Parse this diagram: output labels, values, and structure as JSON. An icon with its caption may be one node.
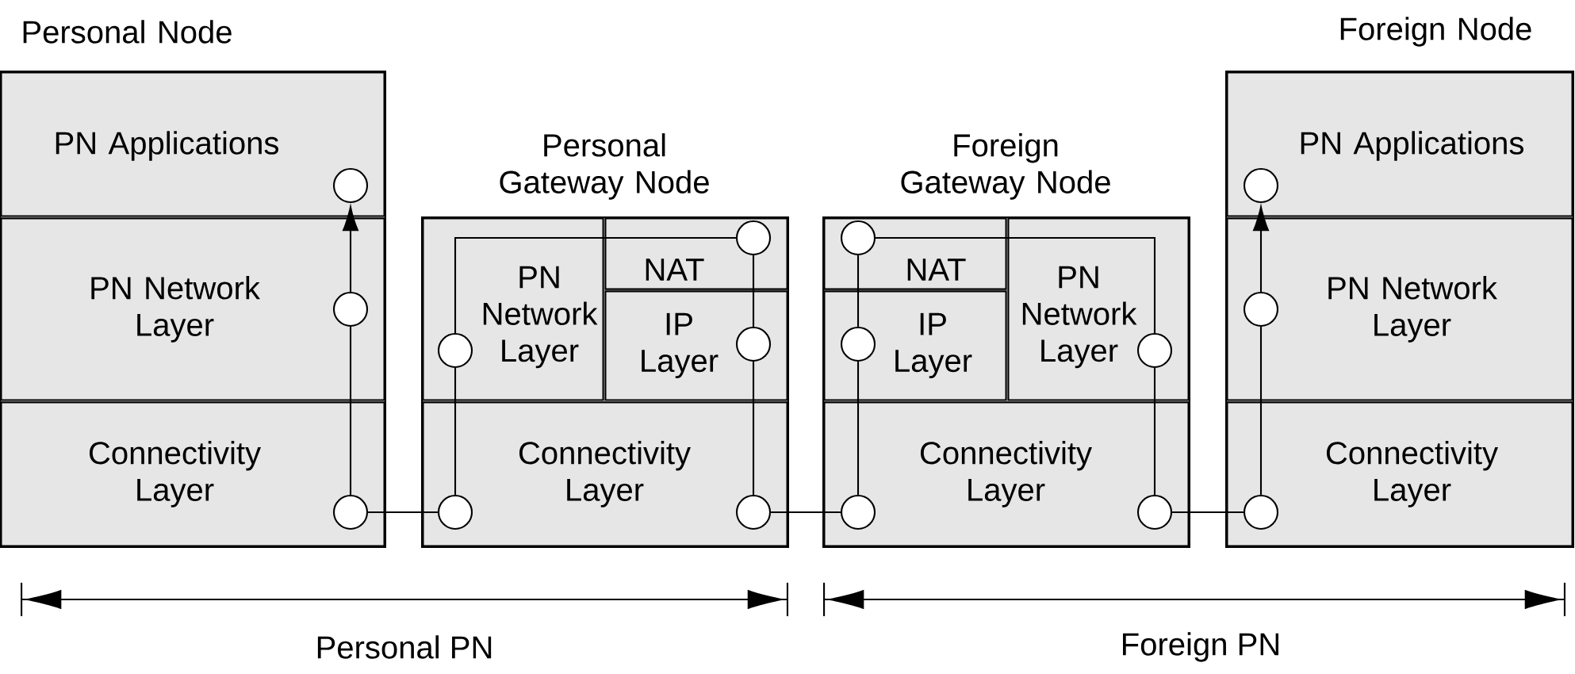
{
  "diagram": {
    "nodes": [
      {
        "text": [
          "Personal Node"
        ]
      },
      {
        "text": [
          "PN Applications"
        ],
        "in": 0
      },
      {
        "text": [
          "PN Network Layer"
        ],
        "in": 0
      },
      {
        "text": [
          "Connectivity Layer"
        ],
        "in": 0
      },
      {
        "text": [
          "Personal Gateway Node"
        ]
      },
      {
        "text": [
          "PN Network Layer"
        ],
        "in": 4
      },
      {
        "text": [
          "NAT"
        ],
        "in": 4
      },
      {
        "text": [
          "IP Layer"
        ],
        "in": 4
      },
      {
        "text": [
          "Connectivity Layer"
        ],
        "in": 4
      },
      {
        "text": [
          "Foreign Gateway Node"
        ]
      },
      {
        "text": [
          "NAT"
        ],
        "in": 9
      },
      {
        "text": [
          "IP Layer"
        ],
        "in": 9
      },
      {
        "text": [
          "PN Network Layer"
        ],
        "in": 9
      },
      {
        "text": [
          "Connectivity Layer"
        ],
        "in": 9
      },
      {
        "text": [
          "Foreign Node"
        ]
      },
      {
        "text": [
          "PN Applications"
        ],
        "in": 14
      },
      {
        "text": [
          "PN Network Layer"
        ],
        "in": 14
      },
      {
        "text": [
          "Connectivity Layer"
        ],
        "in": 14
      },
      {
        "text": [],
        "shape": "circle",
        "in": 1
      },
      {
        "text": [],
        "shape": "circle",
        "in": 2
      },
      {
        "text": [],
        "shape": "circle",
        "in": 3
      },
      {
        "text": [],
        "shape": "circle",
        "in": 8
      },
      {
        "text": [],
        "shape": "circle",
        "in": 5
      },
      {
        "text": [],
        "shape": "circle",
        "in": 6
      },
      {
        "text": [],
        "shape": "circle",
        "in": 7
      },
      {
        "text": [],
        "shape": "circle",
        "in": 8
      },
      {
        "text": [],
        "shape": "circle",
        "in": 13
      },
      {
        "text": [],
        "shape": "circle",
        "in": 11
      },
      {
        "text": [],
        "shape": "circle",
        "in": 10
      },
      {
        "text": [],
        "shape": "circle",
        "in": 12
      },
      {
        "text": [],
        "shape": "circle",
        "in": 13
      },
      {
        "text": [],
        "shape": "circle",
        "in": 17
      },
      {
        "text": [],
        "shape": "circle",
        "in": 16
      },
      {
        "text": [],
        "shape": "circle",
        "in": 15
      }
    ],
    "edges": [
      {
        "from": 20,
        "to": 19,
        "arrow": "none"
      },
      {
        "from": 19,
        "to": 18,
        "arrow": "to"
      },
      {
        "from": 20,
        "to": 21,
        "arrow": "none"
      },
      {
        "from": 21,
        "to": 22,
        "arrow": "none"
      },
      {
        "from": 22,
        "to": 23,
        "arrow": "none"
      },
      {
        "from": 23,
        "to": 24,
        "arrow": "none"
      },
      {
        "from": 24,
        "to": 25,
        "arrow": "none"
      },
      {
        "from": 25,
        "to": 26,
        "arrow": "none"
      },
      {
        "from": 26,
        "to": 27,
        "arrow": "none"
      },
      {
        "from": 27,
        "to": 28,
        "arrow": "none"
      },
      {
        "from": 28,
        "to": 29,
        "arrow": "none"
      },
      {
        "from": 29,
        "to": 30,
        "arrow": "none"
      },
      {
        "from": 30,
        "to": 31,
        "arrow": "none"
      },
      {
        "from": 31,
        "to": 32,
        "arrow": "none"
      },
      {
        "from": 32,
        "to": 33,
        "arrow": "to"
      }
    ],
    "labels": [
      "Personal PN",
      "Foreign PN"
    ]
  }
}
